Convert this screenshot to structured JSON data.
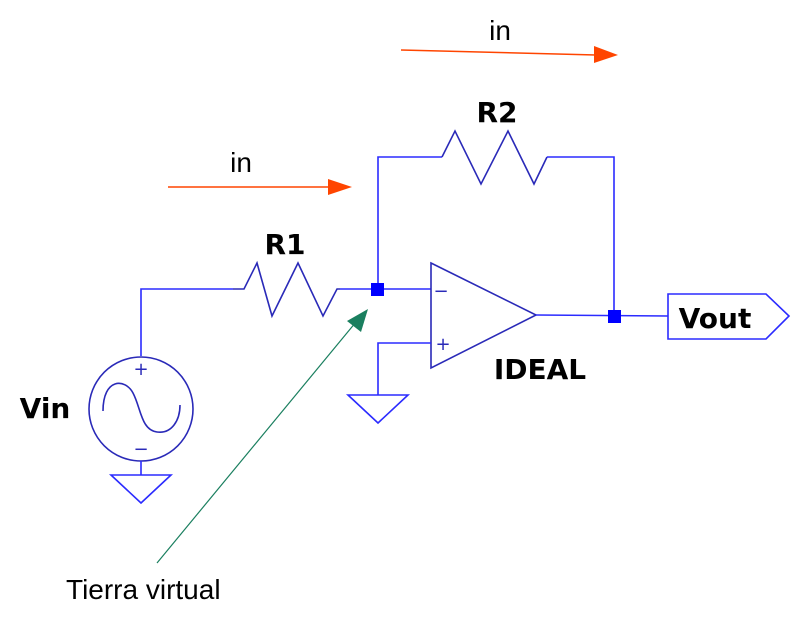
{
  "diagram": {
    "type": "inverting-amplifier-schematic",
    "components": {
      "r1": {
        "label": "R1"
      },
      "r2": {
        "label": "R2"
      },
      "source": {
        "label": "Vin",
        "plus": "+",
        "minus": "−"
      },
      "opamp": {
        "label": "IDEAL",
        "inverting": "−",
        "noninverting": "+"
      },
      "output_port": {
        "label": "Vout"
      }
    },
    "annotations": {
      "current_top": "in",
      "current_input": "in",
      "virtual_ground": "Tierra virtual"
    },
    "colors": {
      "wire": "#2b2bff",
      "component": "#2a2ab8",
      "node": "#0000ff",
      "current_arrow": "#ff4500",
      "annotation_arrow": "#1a7f5f"
    }
  }
}
